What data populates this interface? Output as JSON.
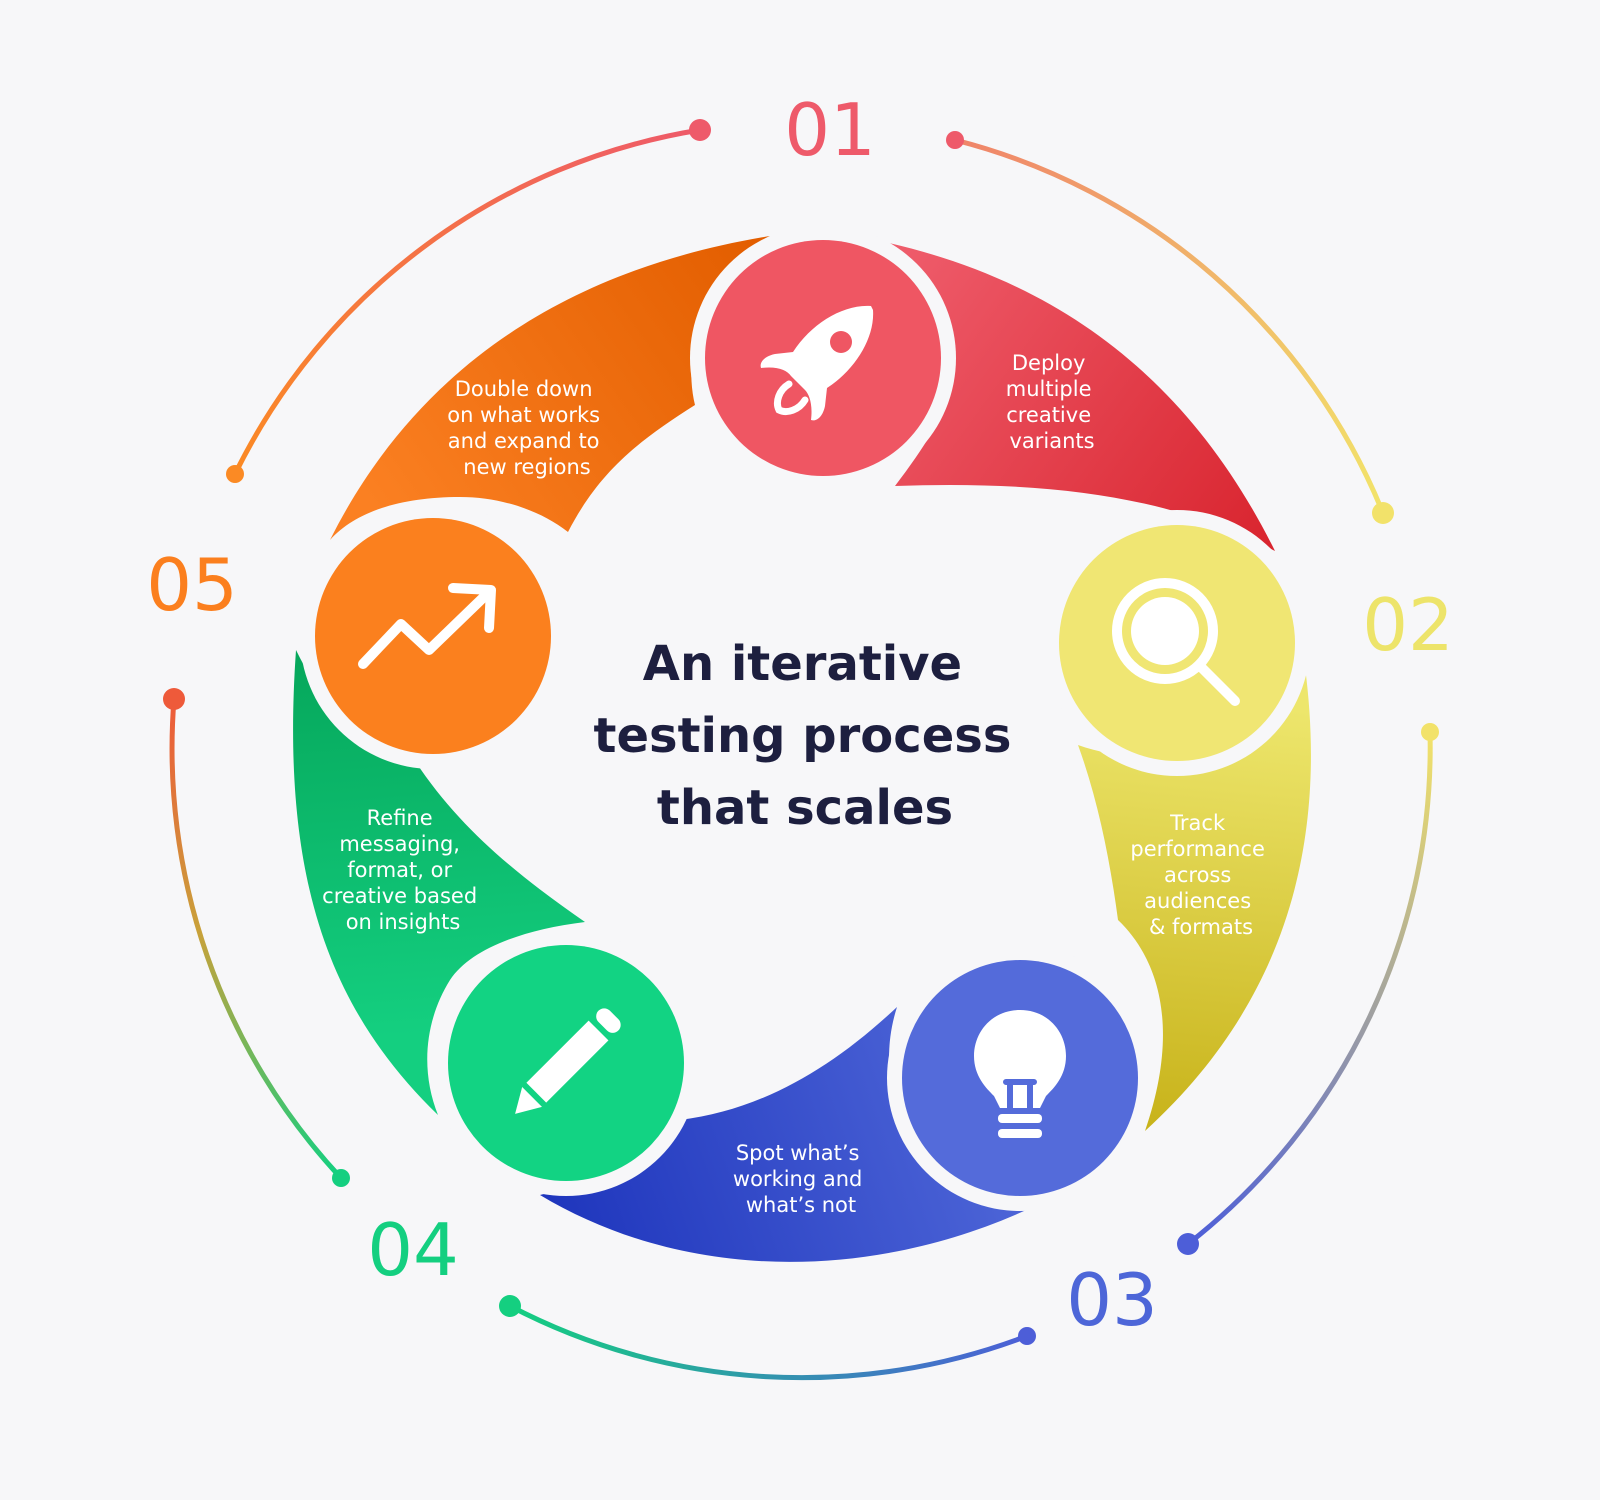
{
  "title_lines": [
    "An iterative",
    "testing process",
    "that scales"
  ],
  "steps": [
    {
      "number": "01",
      "color": "#ee5a6a",
      "icon": "rocket-icon",
      "text_lines": [
        "Deploy",
        "multiple",
        "creative",
        "variants"
      ]
    },
    {
      "number": "02",
      "color": "#ede46a",
      "icon": "magnifier-icon",
      "text_lines": [
        "Track",
        "performance",
        "across",
        "audiences",
        "& formats"
      ]
    },
    {
      "number": "03",
      "color": "#4d66d8",
      "icon": "lightbulb-icon",
      "text_lines": [
        "Spot what’s",
        "working and",
        "what’s not"
      ]
    },
    {
      "number": "04",
      "color": "#14cf80",
      "icon": "pencil-icon",
      "text_lines": [
        "Refine",
        "messaging,",
        "format, or",
        "creative based",
        "on insights"
      ]
    },
    {
      "number": "05",
      "color": "#fb7f1e",
      "icon": "trend-arrow-icon",
      "text_lines": [
        "Double down",
        "on what works",
        "and expand to",
        "new regions"
      ]
    }
  ]
}
